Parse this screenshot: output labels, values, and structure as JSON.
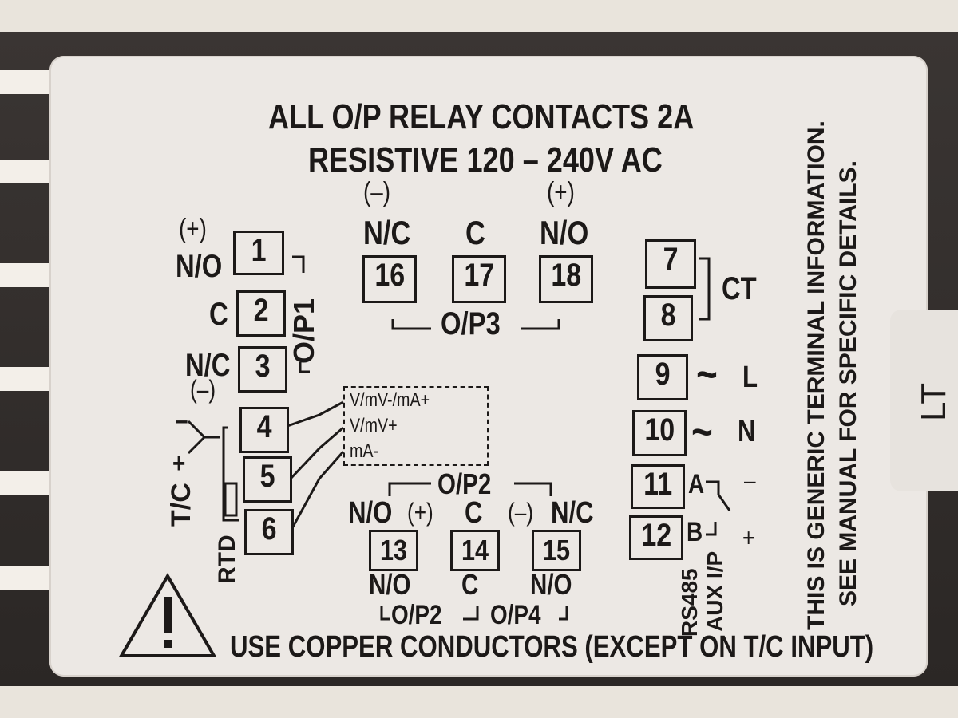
{
  "header": {
    "line1": "ALL O/P RELAY CONTACTS  2A",
    "line2": "RESISTIVE 120 – 240V AC"
  },
  "op3": {
    "neg": "(–)",
    "pos": "(+)",
    "nc": "N/C",
    "c": "C",
    "no": "N/O",
    "t16": "16",
    "t17": "17",
    "t18": "18",
    "label": "O/P3"
  },
  "op1": {
    "pos": "(+)",
    "no": "N/O",
    "c": "C",
    "nc": "N/C",
    "neg": "(–)",
    "t1": "1",
    "t2": "2",
    "t3": "3",
    "label": "O/P1"
  },
  "inputs": {
    "t4": "4",
    "t5": "5",
    "t6": "6",
    "vmv_ma": "V/mV-/mA+",
    "vmv": "V/mV+",
    "ma": "mA-",
    "tc": "T/C",
    "plus": "+",
    "minus": "–",
    "rtd": "RTD"
  },
  "op2": {
    "label": "O/P2",
    "no": "N/O",
    "pos": "(+)",
    "c": "C",
    "neg": "(–)",
    "nc": "N/C",
    "t13": "13",
    "t14": "14",
    "t15": "15",
    "no_b": "N/O",
    "c_b": "C",
    "no_c": "N/O",
    "op2b": "O/P2",
    "op4": "O/P4"
  },
  "right": {
    "t7": "7",
    "t8": "8",
    "ct": "CT",
    "t9": "9",
    "l": "L",
    "t10": "10",
    "n": "N",
    "tilde": "~",
    "t11": "11",
    "a": "A",
    "minus": "–",
    "t12": "12",
    "b": "B",
    "plus": "+",
    "rs485": "RS485",
    "aux": "AUX I/P"
  },
  "side_notes": {
    "line1": "THIS IS GENERIC TERMINAL INFORMATION.",
    "line2": "SEE MANUAL FOR SPECIFIC DETAILS."
  },
  "footer": {
    "warning": "USE COPPER CONDUCTORS (EXCEPT ON T/C INPUT)"
  },
  "side_tab": {
    "char": "LT"
  }
}
